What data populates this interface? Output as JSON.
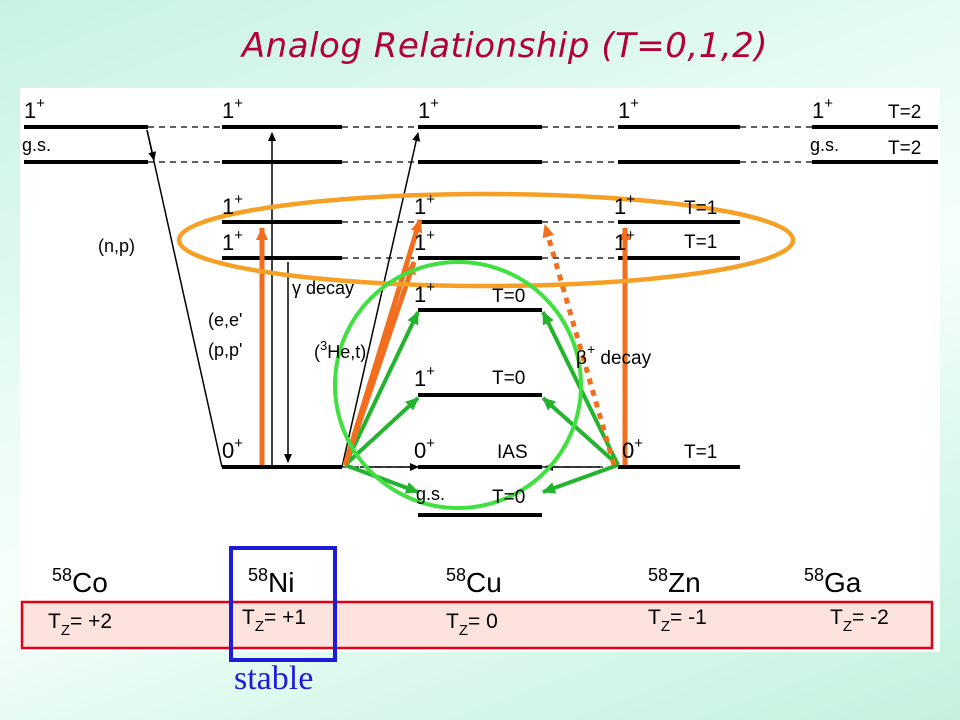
{
  "title": "Analog Relationship (T=0,1,2)",
  "stable_label": "stable",
  "spin": {
    "one_plus": "1",
    "zero_plus": "0",
    "plus": "+"
  },
  "labels": {
    "gs": "g.s.",
    "T2": "T=2",
    "T1": "T=1",
    "T0": "T=0",
    "IAS": "IAS",
    "np": "(n,p)",
    "ee": "(e,e'",
    "pp": "(p,p'",
    "gamma_decay": "γ decay",
    "he3t_open": "(",
    "he3t_mass": "3",
    "he3t_rest": "He,t)",
    "beta": "β",
    "beta_sup": "+",
    "beta_decay": " decay"
  },
  "nuclei": [
    {
      "mass": "58",
      "symbol": "Co",
      "tz_value": "= +2"
    },
    {
      "mass": "58",
      "symbol": "Ni",
      "tz_value": "= +1"
    },
    {
      "mass": "58",
      "symbol": "Cu",
      "tz_value": "= 0"
    },
    {
      "mass": "58",
      "symbol": "Zn",
      "tz_value": "= -1"
    },
    {
      "mass": "58",
      "symbol": "Ga",
      "tz_value": "= -2"
    }
  ],
  "tz_symbol": "T",
  "tz_sub": "Z",
  "colors": {
    "title": "#b3003b",
    "orange": "#f26d1d",
    "green": "#22b42c",
    "circle_green": "#3fe03f",
    "ellipse_orange": "#f5a024",
    "blue_box": "#1c1cd6",
    "red_box": "#e0001a",
    "tz_band": "#fde3dd"
  }
}
